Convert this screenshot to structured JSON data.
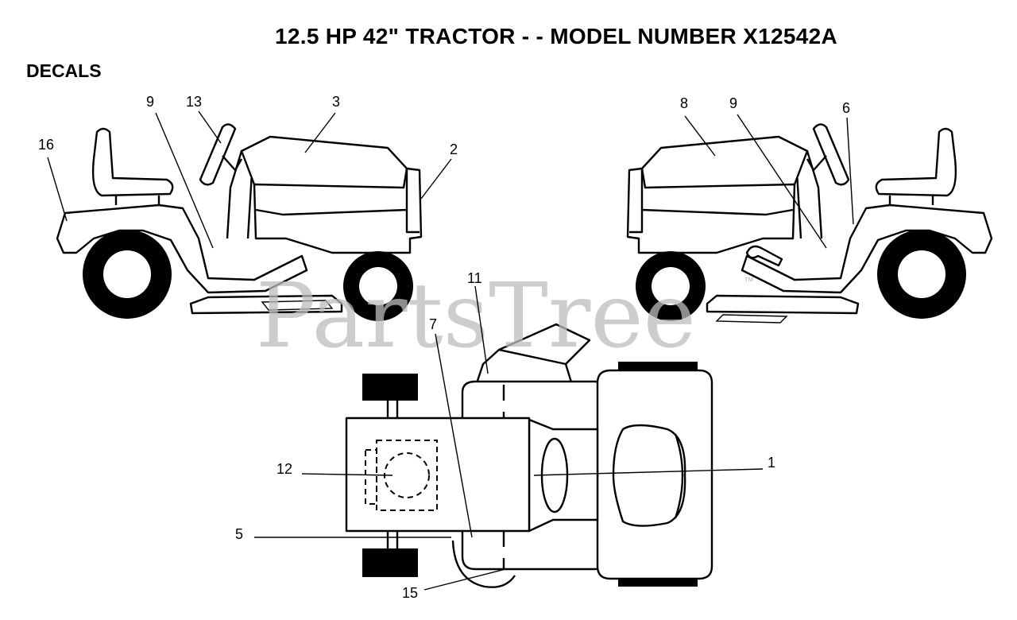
{
  "header": {
    "title": "12.5 HP 42\" TRACTOR - - MODEL NUMBER X12542A",
    "section": "DECALS"
  },
  "watermark": {
    "text": "PartsTree",
    "trademark": "™",
    "color": "#bdbdbd"
  },
  "callouts": {
    "left_side_view": [
      "16",
      "9",
      "13",
      "3",
      "2"
    ],
    "right_side_view": [
      "8",
      "9",
      "6"
    ],
    "top_view": [
      "11",
      "7",
      "12",
      "1",
      "5",
      "15"
    ]
  }
}
